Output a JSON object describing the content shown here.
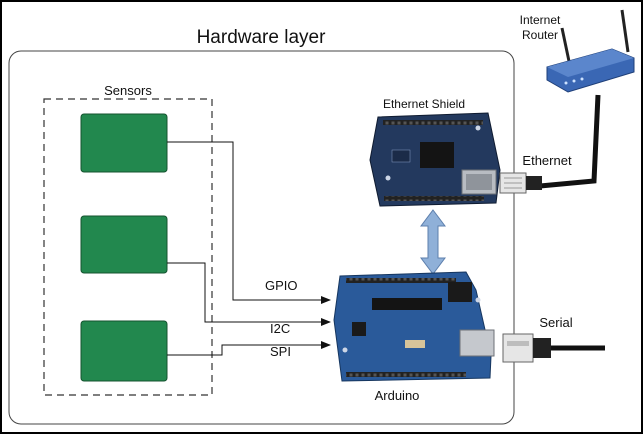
{
  "title": "Hardware layer",
  "sensors_label": "Sensors",
  "ethernet_shield_label": "Ethernet Shield",
  "internet_router_label": [
    "Internet",
    "Router"
  ],
  "ethernet_label": "Ethernet",
  "serial_label": "Serial",
  "arduino_label": "Arduino",
  "connections": {
    "gpio": "GPIO",
    "i2c": "I2C",
    "spi": "SPI"
  },
  "colors": {
    "sensor_green": "#22884e",
    "board_blue": "#2a5a9a",
    "shield_navy": "#23395e",
    "router_blue": "#3a67b4",
    "arrow_blue": "#8fb0d8",
    "cable": "#111111"
  }
}
